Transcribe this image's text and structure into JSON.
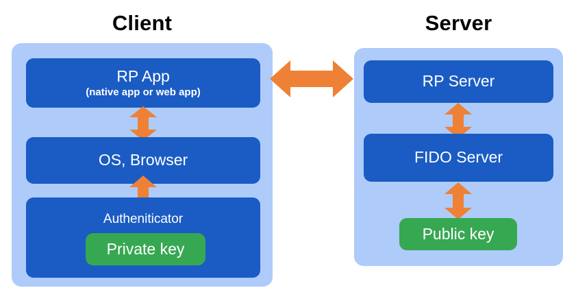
{
  "diagram": {
    "title_client": "Client",
    "title_server": "Server",
    "colors": {
      "panel_bg": "#aecbfa",
      "box_bg": "#1a5cc4",
      "key_bg": "#36a852",
      "arrow": "#ee8135",
      "text_on_box": "#ffffff",
      "heading": "#000000",
      "page_bg": "#ffffff"
    }
  },
  "client": {
    "heading": "Client",
    "boxes": [
      {
        "title": "RP App",
        "subtitle": "(native app or web app)"
      },
      {
        "title": "OS, Browser",
        "subtitle": ""
      },
      {
        "title": "Autheniticator",
        "subtitle": ""
      }
    ],
    "key": {
      "label": "Private key"
    }
  },
  "server": {
    "heading": "Server",
    "boxes": [
      {
        "title": "RP Server",
        "subtitle": ""
      },
      {
        "title": "FIDO Server",
        "subtitle": ""
      }
    ],
    "key": {
      "label": "Public key"
    }
  },
  "arrows": [
    {
      "name": "client-rpapp-to-os",
      "direction": "vertical-double"
    },
    {
      "name": "client-os-to-authenticator",
      "direction": "vertical-double"
    },
    {
      "name": "client-to-server",
      "direction": "horizontal-double"
    },
    {
      "name": "server-rpserver-to-fidoserver",
      "direction": "vertical-double"
    },
    {
      "name": "server-fidoserver-to-publickey",
      "direction": "vertical-double"
    }
  ]
}
